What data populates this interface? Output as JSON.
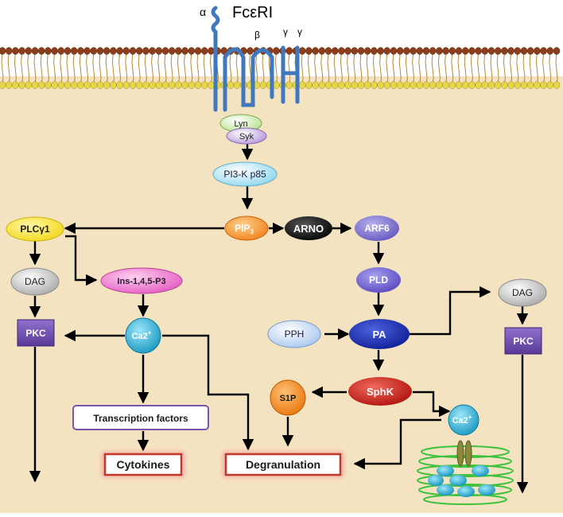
{
  "receptor": {
    "name": "FcεRI",
    "alpha": "α",
    "beta": "β",
    "gamma1": "γ",
    "gamma2": "γ"
  },
  "nodes": {
    "lyn": "Lyn",
    "syk": "Syk",
    "pi3k": "PI3-K p85",
    "pip3_base": "PIP",
    "pip3_sub": "3",
    "arno": "ARNO",
    "arf6": "ARF6",
    "plcg1": "PLCγ1",
    "dag_left": "DAG",
    "ins": "Ins-1,4,5-P3",
    "pkc_left": "PKC",
    "ca_left_base": "Ca2",
    "ca_left_sup": "+",
    "pld": "PLD",
    "pph": "PPH",
    "pa": "PA",
    "dag_right": "DAG",
    "pkc_right": "PKC",
    "sphk": "SphK",
    "s1p": "S1P",
    "ca_right_base": "Ca2",
    "ca_right_sup": "+",
    "transcription": "Transcription factors",
    "cytokines": "Cytokines",
    "degranulation": "Degranulation"
  },
  "colors": {
    "cytoplasm": "#f4e3c1",
    "membrane_head": "#e8d64a",
    "membrane_top_head": "#8b3d1c",
    "receptor": "#3f78bd",
    "arrow": "#000000",
    "output_border": "#c0392b",
    "output_glow": "#f3a5a0",
    "pkc": "#6a48a8",
    "ca": "#1aa3c8",
    "er": "#3ec23e",
    "pa": "#1c2fa8",
    "sphk": "#c8211e",
    "pip3": "#f0821e",
    "arf6_pld": "#7066c8"
  }
}
